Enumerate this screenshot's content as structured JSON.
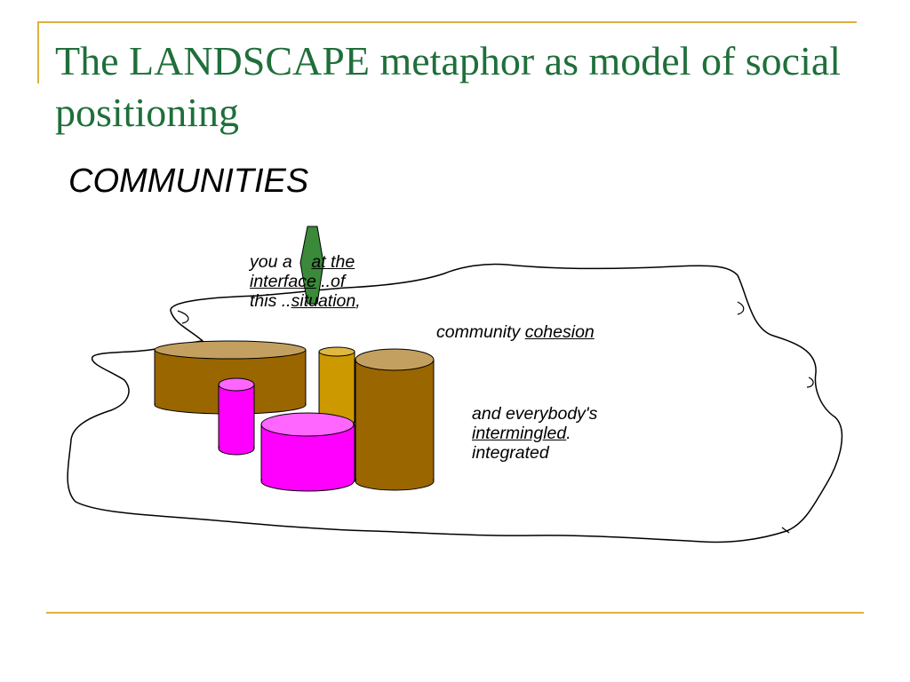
{
  "slide": {
    "title": "The LANDSCAPE metaphor as model of social positioning",
    "subtitle": "COMMUNITIES"
  },
  "labels": {
    "you_are_prefix": "you a",
    "you_are_u1": "at the",
    "interface_u": "interface",
    "interface_suffix": " ..of",
    "this_prefix": "this ..",
    "situation_u": "situation",
    "situation_suffix": ",",
    "community_prefix": "community ",
    "cohesion_u": "cohesion",
    "everybody_line": "and everybody's",
    "intermingled_u": "intermingled",
    "intermingled_suffix": ".",
    "integrated": "integrated"
  },
  "colors": {
    "title_green": "#1f6f3a",
    "rule_gold": "#e0b040",
    "brown_body": "#996600",
    "brown_top": "#c4a060",
    "gold_body": "#cc9900",
    "gold_top": "#e0b840",
    "magenta_body": "#ff00ff",
    "magenta_top": "#ff66ff",
    "figure_green": "#3a8a3a"
  }
}
